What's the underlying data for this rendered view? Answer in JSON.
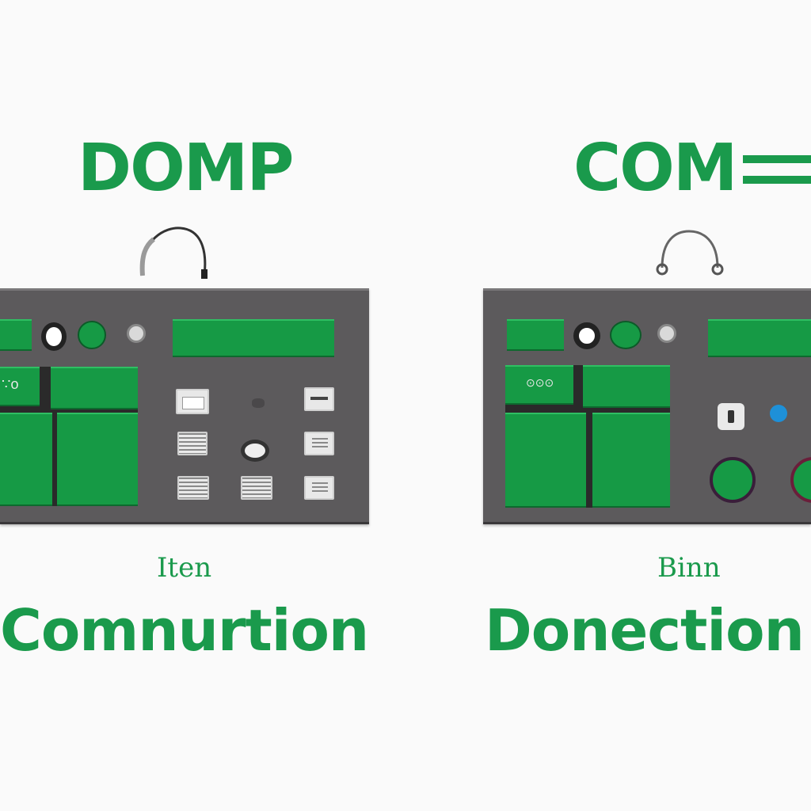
{
  "left": {
    "title": "DOMP",
    "small_label": "Iten",
    "big_label": "Comnurtion",
    "tag_text": "∵o"
  },
  "right": {
    "title": "COM",
    "small_label": "Binn",
    "big_label": "Donection",
    "tag_text": "⊙⊙⊙"
  },
  "colors": {
    "accent_green": "#169a45",
    "panel_gray": "#5c5a5c",
    "text_green": "#1a9a4c",
    "led_blue": "#1e90d8"
  },
  "icons": {
    "handle": "cable-handle-icon",
    "knob": "knob-icon",
    "grid_tile": "grid-tile-icon"
  }
}
